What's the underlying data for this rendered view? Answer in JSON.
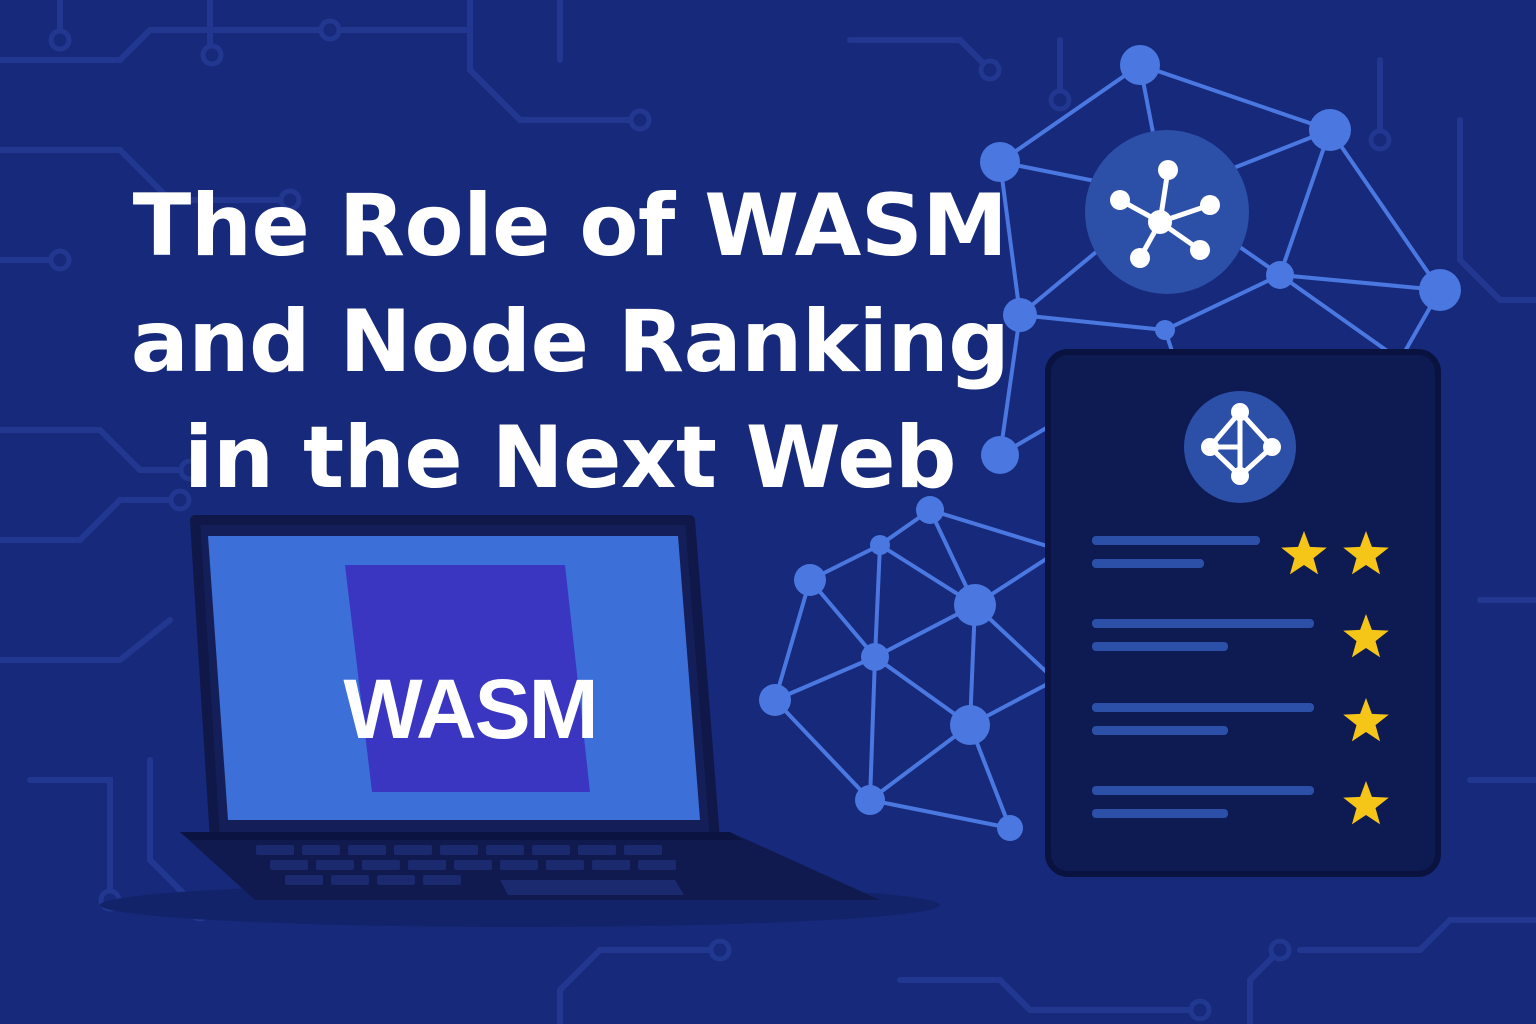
{
  "title": {
    "lines": [
      "The Role of WASM",
      "and Node Ranking",
      "in the Next Web"
    ]
  },
  "laptop": {
    "logo_text": "WASM"
  },
  "ranking_card": {
    "rows": [
      {
        "stars": 2
      },
      {
        "stars": 1
      },
      {
        "stars": 1
      },
      {
        "stars": 1
      }
    ]
  },
  "colors": {
    "background": "#16297a",
    "circuit": "#22378f",
    "network": "#4a78e0",
    "card": "#0e1a52",
    "hub": "#2c4fa8",
    "laptop_screen": "#3c6fd8",
    "wasm_logo": "#3a36c2",
    "star": "#f5c518"
  }
}
